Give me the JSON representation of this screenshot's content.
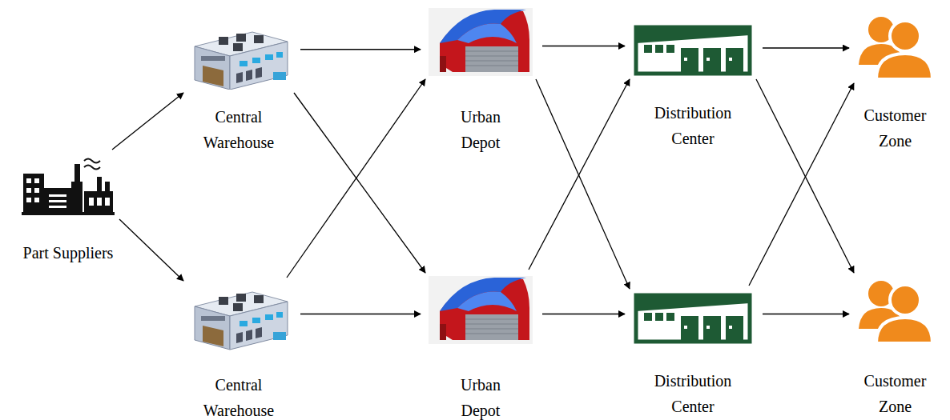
{
  "diagram": {
    "nodes": [
      {
        "text": [
          "Part Suppliers"
        ]
      },
      {
        "text": [
          "Central Warehouse"
        ]
      },
      {
        "text": [
          "Central Warehouse"
        ]
      },
      {
        "text": [
          "Urban Depot"
        ]
      },
      {
        "text": [
          "Urban Depot"
        ]
      },
      {
        "text": [
          "Distribution Center"
        ]
      },
      {
        "text": [
          "Distribution Center"
        ]
      },
      {
        "text": [
          "Customer Zone"
        ]
      },
      {
        "text": [
          "Customer Zone"
        ]
      }
    ],
    "edges": [
      {
        "from": 0,
        "to": 1,
        "arrow": "to"
      },
      {
        "from": 0,
        "to": 2,
        "arrow": "to"
      },
      {
        "from": 1,
        "to": 3,
        "arrow": "to"
      },
      {
        "from": 1,
        "to": 4,
        "arrow": "to"
      },
      {
        "from": 2,
        "to": 3,
        "arrow": "to"
      },
      {
        "from": 2,
        "to": 4,
        "arrow": "to"
      },
      {
        "from": 3,
        "to": 5,
        "arrow": "to"
      },
      {
        "from": 3,
        "to": 6,
        "arrow": "to"
      },
      {
        "from": 4,
        "to": 5,
        "arrow": "to"
      },
      {
        "from": 4,
        "to": 6,
        "arrow": "to"
      },
      {
        "from": 5,
        "to": 7,
        "arrow": "to"
      },
      {
        "from": 5,
        "to": 8,
        "arrow": "to"
      },
      {
        "from": 6,
        "to": 7,
        "arrow": "to"
      },
      {
        "from": 6,
        "to": 8,
        "arrow": "to"
      }
    ]
  }
}
